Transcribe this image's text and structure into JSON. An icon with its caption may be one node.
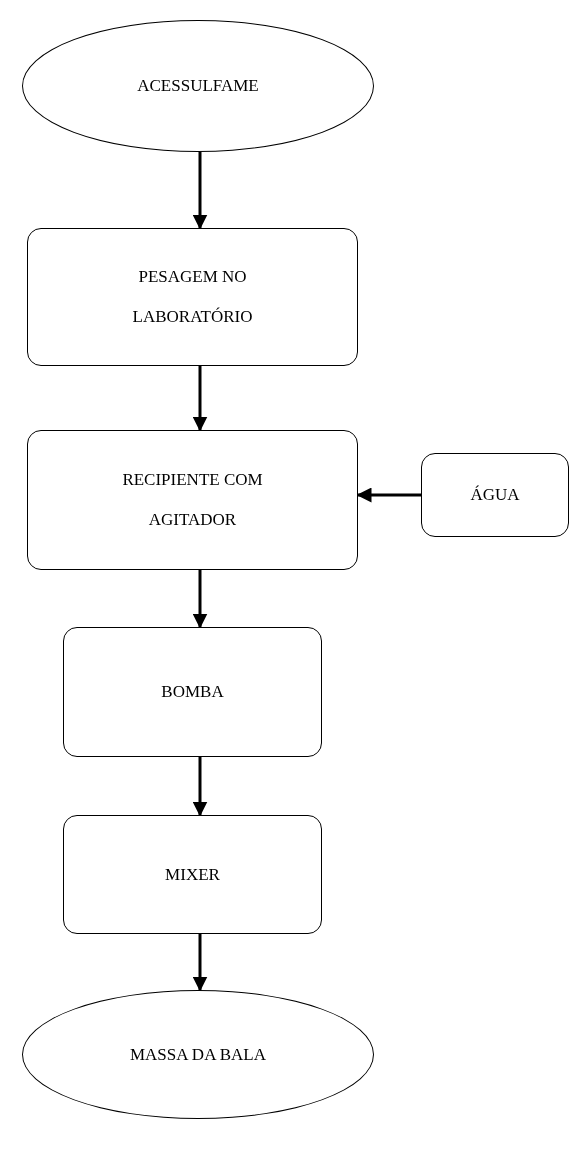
{
  "diagram": {
    "nodes": [
      {
        "text": [
          "ACESSULFAME"
        ]
      },
      {
        "text": [
          "PESAGEM NO LABORATÓRIO"
        ]
      },
      {
        "text": [
          "RECIPIENTE COM AGITADOR"
        ]
      },
      {
        "text": [
          "ÁGUA"
        ]
      },
      {
        "text": [
          "BOMBA"
        ]
      },
      {
        "text": [
          "MIXER"
        ]
      },
      {
        "text": [
          "MASSA DA BALA"
        ]
      }
    ],
    "edges": [
      {
        "from": 0,
        "to": 1,
        "arrow": "to"
      },
      {
        "from": 1,
        "to": 2,
        "arrow": "to"
      },
      {
        "from": 3,
        "to": 2,
        "arrow": "to"
      },
      {
        "from": 2,
        "to": 4,
        "arrow": "to"
      },
      {
        "from": 4,
        "to": 5,
        "arrow": "to"
      },
      {
        "from": 5,
        "to": 6,
        "arrow": "to"
      }
    ]
  }
}
